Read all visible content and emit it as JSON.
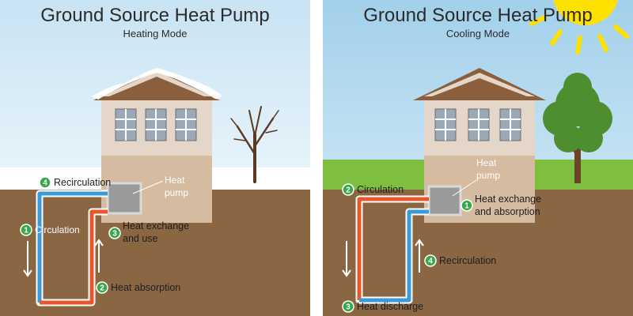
{
  "heating": {
    "title": "Ground Source Heat Pump",
    "mode": "Heating Mode",
    "heat_pump_line1": "Heat",
    "heat_pump_line2": "pump",
    "steps": [
      {
        "num": "1",
        "label": "Circulation"
      },
      {
        "num": "2",
        "label": "Heat absorption"
      },
      {
        "num": "3",
        "label_line1": "Heat exchange",
        "label_line2": "and use"
      },
      {
        "num": "4",
        "label": "Recirculation"
      }
    ]
  },
  "cooling": {
    "title": "Ground Source Heat Pump",
    "mode": "Cooling Mode",
    "heat_pump_line1": "Heat",
    "heat_pump_line2": "pump",
    "steps": [
      {
        "num": "1",
        "label_line1": "Heat exchange",
        "label_line2": "and absorption"
      },
      {
        "num": "2",
        "label": "Circulation"
      },
      {
        "num": "3",
        "label": "Heat discharge"
      },
      {
        "num": "4",
        "label": "Recirculation"
      }
    ]
  },
  "colors": {
    "sky_heating": "#d9ecf6",
    "sky_cooling": "#a9d4ec",
    "soil": "#8a6642",
    "grass": "#7fbf3f",
    "snow": "#ffffff",
    "house_wall": "#e4d6c9",
    "house_base": "#d5bba0",
    "roof": "#8b5e3c",
    "pipe_hot": "#e8562b",
    "pipe_cold": "#3b9bd9",
    "badge": "#3aa84a",
    "sun": "#ffe100"
  }
}
